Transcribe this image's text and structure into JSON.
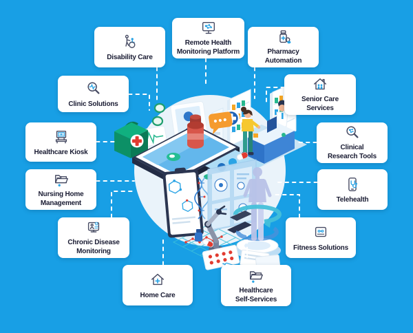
{
  "diagram": {
    "title_visible": "",
    "palette": {
      "background": "#189fe5",
      "card_bg": "#ffffff",
      "text": "#1a1c33",
      "accent_blue": "#2aa4e5",
      "connector": "#ffffff",
      "center_circle": "#eaf3fa",
      "first_aid_green": "#10b07f",
      "pill_bottle_red": "#d8564a",
      "chat_bubble_orange": "#f59b2e",
      "counter_blue": "#2e73c8",
      "cross_badge_blue": "#1e63b8",
      "scan_figure_lavender": "#b9c2e8",
      "scan_ring_teal": "#45c0da",
      "customer_shirt_yellow": "#f6c82f",
      "customer_pants_teal": "#2e9c8e"
    },
    "center_illustration": {
      "scenes": [
        "telemedicine-tablet-with-medications",
        "pharmacy-counter-with-pharmacist-and-customer",
        "patient-body-scan-with-robotic-arm"
      ]
    },
    "cards": [
      {
        "id": "disability-care",
        "label": "Disability Care",
        "icon": "wheelchair-caregiver-icon"
      },
      {
        "id": "remote-health-monitoring",
        "label": "Remote Health\nMonitoring Platform",
        "icon": "monitor-molecule-icon"
      },
      {
        "id": "pharmacy-automation",
        "label": "Pharmacy\nAutomation",
        "icon": "pill-bottle-icon"
      },
      {
        "id": "clinic-solutions",
        "label": "Clinic Solutions",
        "icon": "magnifier-pulse-icon"
      },
      {
        "id": "senior-care-services",
        "label": "Senior Care\nServices",
        "icon": "house-people-icon"
      },
      {
        "id": "healthcare-kiosk",
        "label": "Healthcare Kiosk",
        "icon": "kiosk-terminal-icon"
      },
      {
        "id": "clinical-research-tools",
        "label": "Clinical\nResearch Tools",
        "icon": "magnifier-molecule-icon"
      },
      {
        "id": "nursing-home-management",
        "label": "Nursing Home\nManagement",
        "icon": "folder-gear-icon"
      },
      {
        "id": "telehealth",
        "label": "Telehealth",
        "icon": "phone-stethoscope-icon"
      },
      {
        "id": "chronic-disease-monitoring",
        "label": "Chronic Disease\nMonitoring",
        "icon": "monitor-patient-icon"
      },
      {
        "id": "fitness-solutions",
        "label": "Fitness Solutions",
        "icon": "dumbbell-screen-icon"
      },
      {
        "id": "home-care",
        "label": "Home Care",
        "icon": "house-cross-icon"
      },
      {
        "id": "healthcare-self-services",
        "label": "Healthcare\nSelf-Services",
        "icon": "folder-plus-icon"
      }
    ]
  }
}
